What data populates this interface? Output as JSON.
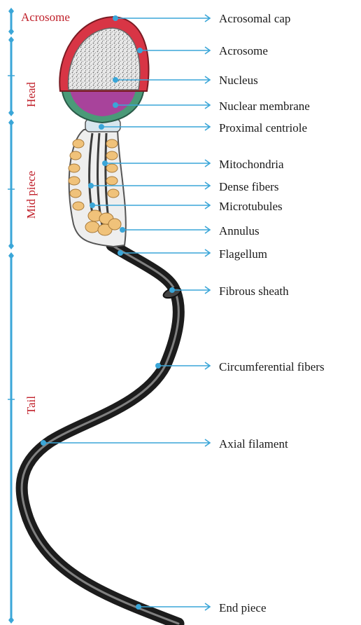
{
  "colors": {
    "pointer": "#3aa6d8",
    "region_text": "#c0202a",
    "label_text": "#1a1a1a",
    "acrosome_red": "#d83545",
    "membrane_magenta": "#b23a9e",
    "neck_green": "#4a9a78",
    "mitochondria": "#f0c27a",
    "tail_dark": "#222222"
  },
  "regions": [
    {
      "name": "Acrosome"
    },
    {
      "name": "Head"
    },
    {
      "name": "Mid piece"
    },
    {
      "name": "Tail"
    }
  ],
  "labels": [
    {
      "text": "Acrosomal cap"
    },
    {
      "text": "Acrosome"
    },
    {
      "text": "Nucleus"
    },
    {
      "text": "Nuclear membrane"
    },
    {
      "text": "Proximal centriole"
    },
    {
      "text": "Mitochondria"
    },
    {
      "text": "Dense fibers"
    },
    {
      "text": "Microtubules"
    },
    {
      "text": "Annulus"
    },
    {
      "text": "Flagellum"
    },
    {
      "text": "Fibrous sheath"
    },
    {
      "text": "Circumferential fibers"
    },
    {
      "text": "Axial filament"
    },
    {
      "text": "End piece"
    }
  ]
}
